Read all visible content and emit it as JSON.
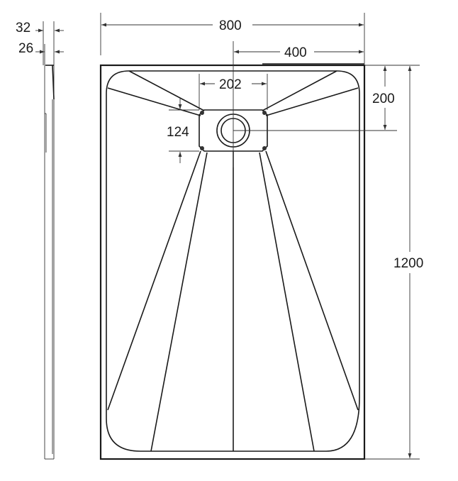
{
  "drawing": {
    "title": "Shower tray technical drawing",
    "dimensions": {
      "width": "800",
      "drain_offset_x": "400",
      "drain_width": "202",
      "drain_offset_y": "200",
      "length": "1200",
      "drain_height": "124",
      "total_thickness": "32",
      "edge_thickness": "26"
    },
    "colors": {
      "line": "#1a1a1a",
      "background": "#ffffff"
    }
  }
}
